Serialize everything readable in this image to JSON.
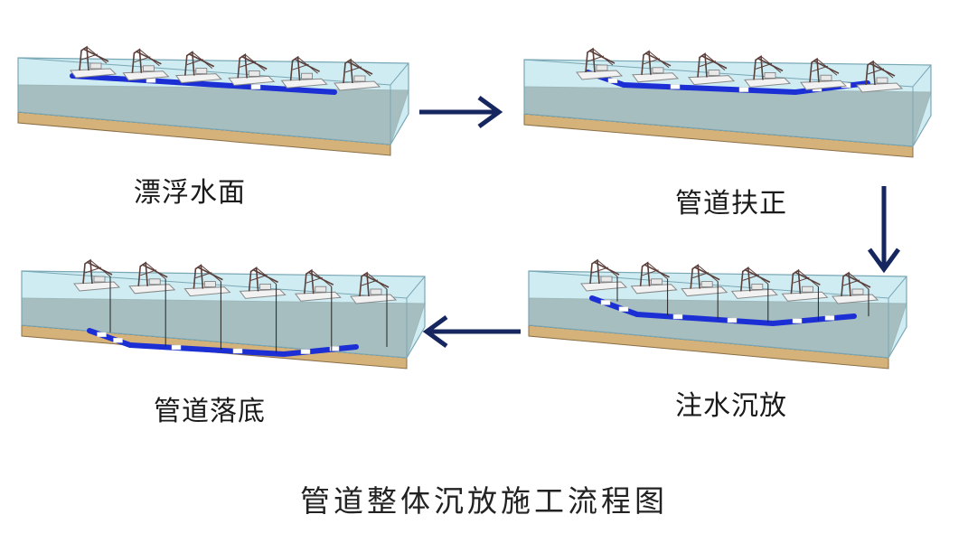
{
  "title": "管道整体沉放施工流程图",
  "stages": [
    {
      "label": "漂浮水面"
    },
    {
      "label": "管道扶正"
    },
    {
      "label": "注水沉放"
    },
    {
      "label": "管道落底"
    }
  ],
  "colors": {
    "water": "#bfe6ee",
    "water_edge": "#7aa7b5",
    "seabed_top": "#5c4936",
    "seabed_side": "#d4b27a",
    "pipe": "#1b2fd4",
    "arrow": "#16265e",
    "crane": "#5a3e3a"
  },
  "icons": [
    "right-arrow-icon",
    "down-arrow-icon",
    "left-arrow-icon",
    "crane-barge-icon"
  ]
}
